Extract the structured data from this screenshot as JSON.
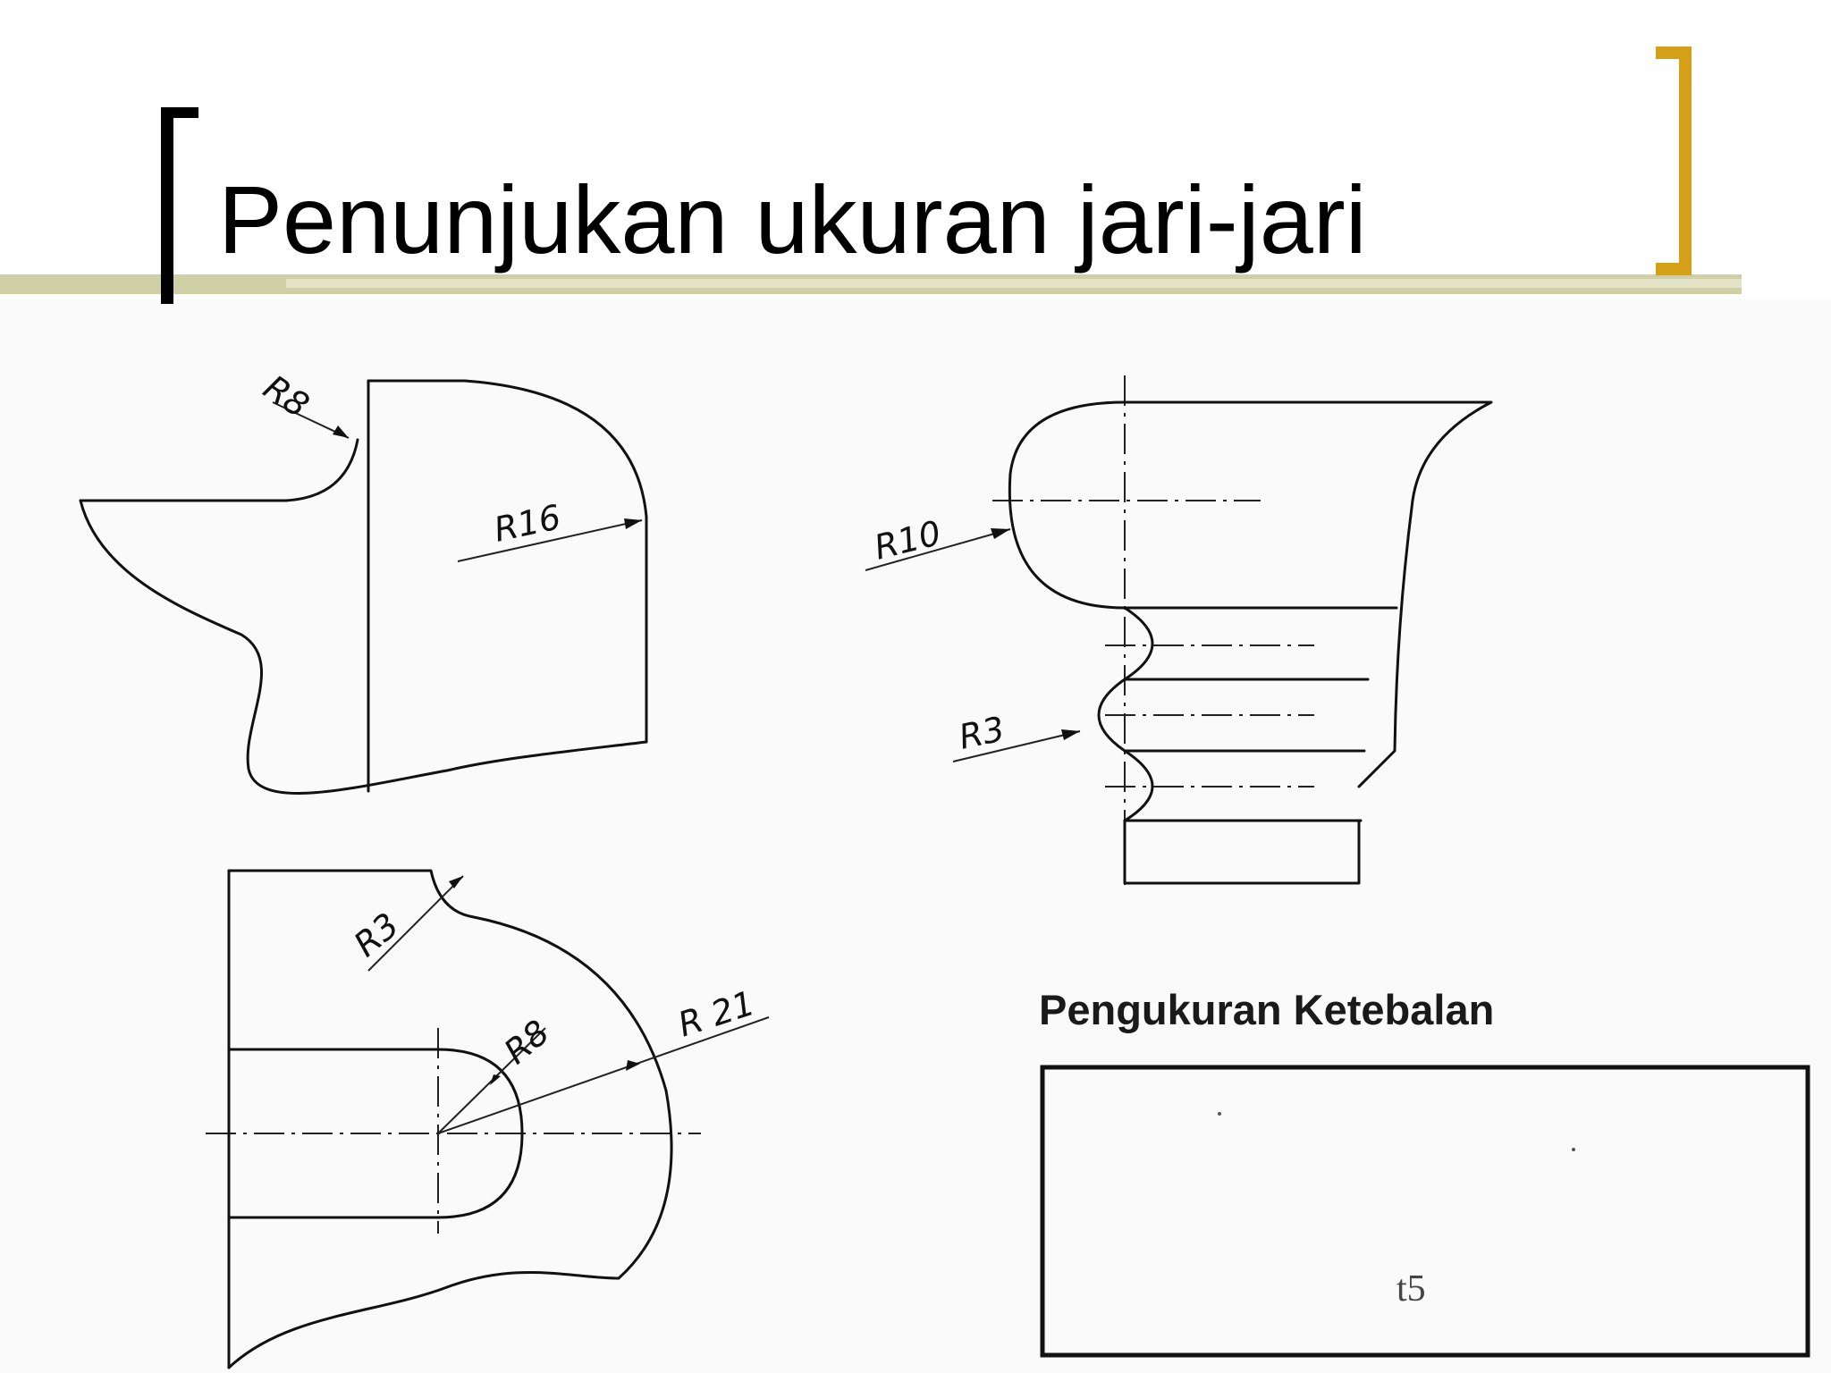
{
  "slide": {
    "title": "Penunjukan ukuran jari-jari",
    "subheading": "Pengukuran Ketebalan",
    "accent_color": "#d4a017",
    "rule_color": "#c9c9a0"
  },
  "drawings": {
    "top_left": {
      "r_small": "R8",
      "r_large": "R16"
    },
    "top_right": {
      "r_top": "R10",
      "r_groove": "R3"
    },
    "bottom_left": {
      "r_notch": "R3",
      "r_inner": "R8",
      "r_outer": "R 21"
    },
    "plate": {
      "thickness": "t5"
    }
  }
}
